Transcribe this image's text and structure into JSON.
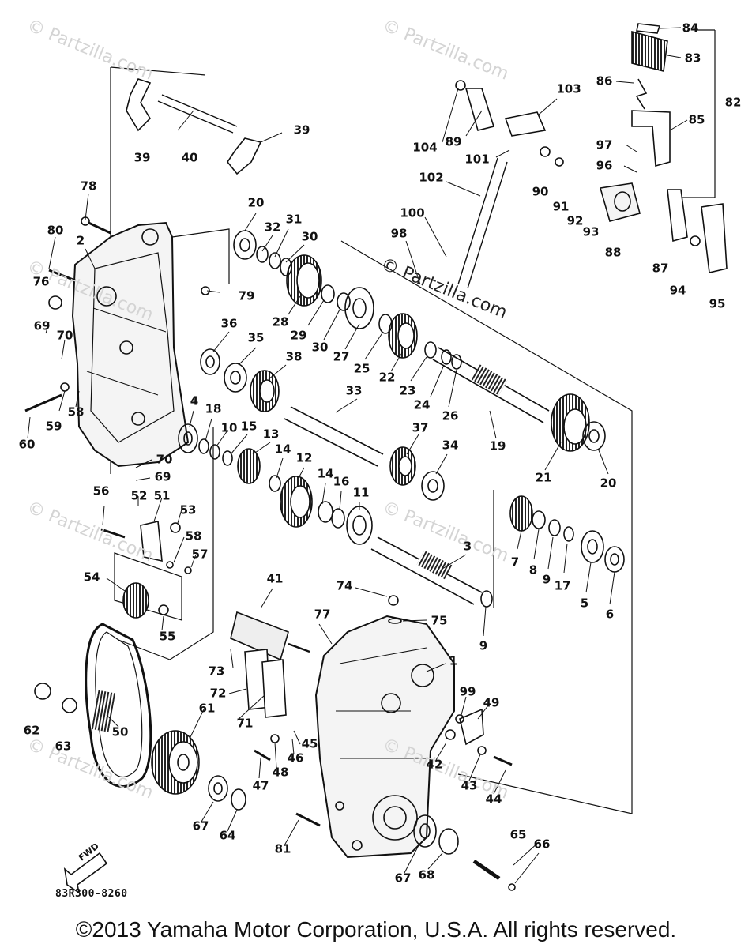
{
  "watermark": "© Partzilla.com",
  "fwd_label": "FWD",
  "diagram_code": "83R300-8260",
  "copyright": "©2013  Yamaha Motor Corporation, U.S.A. All rights reserved.",
  "callouts": {
    "84": "84",
    "83": "83",
    "82": "82",
    "86": "86",
    "85": "85",
    "97": "97",
    "96": "96",
    "88": "88",
    "87": "87",
    "94": "94",
    "95": "95",
    "103": "103",
    "104": "104",
    "89": "89",
    "101": "101",
    "90": "90",
    "91": "91",
    "92": "92",
    "93": "93",
    "102": "102",
    "100": "100",
    "98": "98",
    "39a": "39",
    "39b": "39",
    "40": "40",
    "78": "78",
    "80": "80",
    "2": "2",
    "76": "76",
    "69a": "69",
    "70a": "70",
    "60": "60",
    "59": "59",
    "58a": "58",
    "20a": "20",
    "32": "32",
    "31": "31",
    "30a": "30",
    "79": "79",
    "28": "28",
    "29": "29",
    "30b": "30",
    "27": "27",
    "25": "25",
    "22": "22",
    "23": "23",
    "24": "24",
    "26": "26",
    "36": "36",
    "35": "35",
    "38": "38",
    "33": "33",
    "19": "19",
    "21": "21",
    "20b": "20",
    "37": "37",
    "34": "34",
    "4": "4",
    "18": "18",
    "10": "10",
    "15": "15",
    "13": "13",
    "14a": "14",
    "12": "12",
    "14b": "14",
    "16": "16",
    "11": "11",
    "3": "3",
    "70b": "70",
    "69b": "69",
    "56": "56",
    "52": "52",
    "51": "51",
    "53": "53",
    "58b": "58",
    "57": "57",
    "7": "7",
    "8": "8",
    "9a": "9",
    "17": "17",
    "5": "5",
    "6": "6",
    "54": "54",
    "55": "55",
    "41": "41",
    "74": "74",
    "75": "75",
    "77": "77",
    "1": "1",
    "9b": "9",
    "73": "73",
    "72": "72",
    "71": "71",
    "99": "99",
    "49": "49",
    "62": "62",
    "63": "63",
    "50": "50",
    "61": "61",
    "45": "45",
    "46": "46",
    "48": "48",
    "47": "47",
    "42": "42",
    "43": "43",
    "44": "44",
    "67a": "67",
    "64": "64",
    "81": "81",
    "67b": "67",
    "68": "68",
    "65": "65",
    "66": "66"
  }
}
